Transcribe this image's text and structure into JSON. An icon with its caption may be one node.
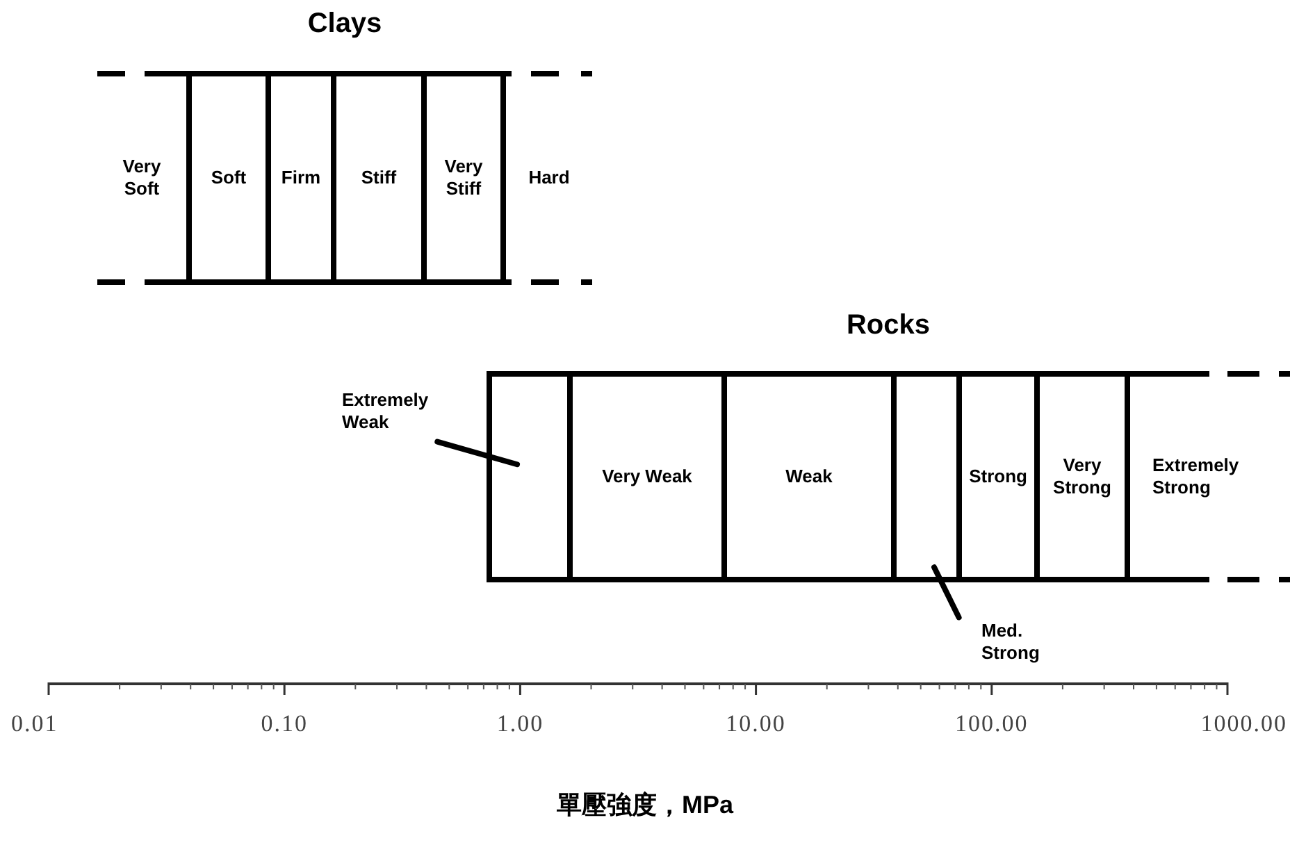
{
  "diagram": {
    "nodes": [
      {
        "text": [
          "Clays"
        ]
      },
      {
        "text": [
          "Very Soft"
        ],
        "in": 0
      },
      {
        "text": [
          "Soft"
        ],
        "in": 0
      },
      {
        "text": [
          "Firm"
        ],
        "in": 0
      },
      {
        "text": [
          "Stiff"
        ],
        "in": 0
      },
      {
        "text": [
          "Very Stiff"
        ],
        "in": 0
      },
      {
        "text": [
          "Hard"
        ],
        "in": 0
      },
      {
        "text": [
          "Rocks"
        ]
      },
      {
        "text": [
          "Extremely Weak"
        ]
      },
      {
        "text": [],
        "shape": "box",
        "in": 7
      },
      {
        "text": [
          "Very Weak"
        ],
        "in": 7
      },
      {
        "text": [
          "Weak"
        ],
        "in": 7
      },
      {
        "text": [],
        "shape": "box",
        "in": 7
      },
      {
        "text": [
          "Strong"
        ],
        "in": 7
      },
      {
        "text": [
          "Very Strong"
        ],
        "in": 7
      },
      {
        "text": [
          "Extremely Strong"
        ],
        "in": 7
      },
      {
        "text": [
          "Med. Strong"
        ]
      }
    ],
    "edges": [
      {
        "from": 8,
        "to": 9,
        "arrow": "none"
      },
      {
        "from": 16,
        "to": 12,
        "arrow": "none"
      }
    ],
    "labels": [
      "0.01",
      "0.10",
      "1.00",
      "10.00",
      "100.00",
      "1000.00",
      "單壓強度，MPa"
    ]
  }
}
